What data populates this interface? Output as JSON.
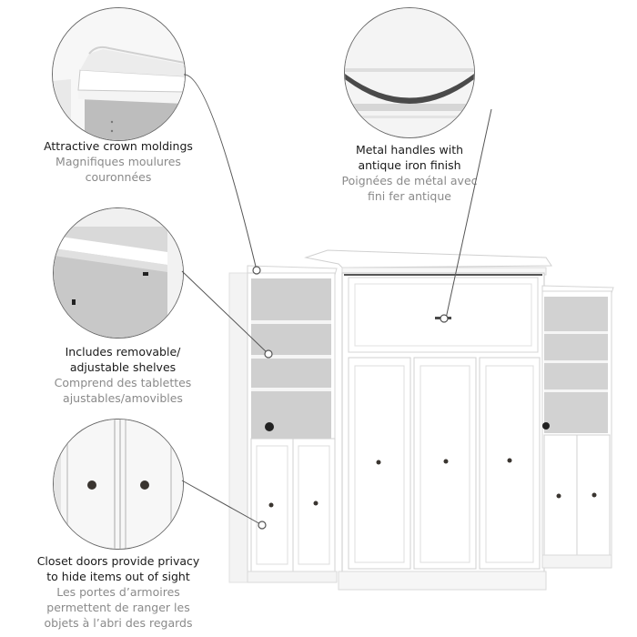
{
  "callouts": [
    {
      "id": "crown-moldings",
      "en": [
        "Attractive crown moldings"
      ],
      "fr": [
        "Magnifiques moulures",
        "couronnées"
      ]
    },
    {
      "id": "metal-handles",
      "en": [
        "Metal handles with",
        "antique iron finish"
      ],
      "fr": [
        "Poignées de métal avec",
        "fini fer antique"
      ]
    },
    {
      "id": "shelves",
      "en": [
        "Includes removable/",
        "adjustable shelves"
      ],
      "fr": [
        "Comprend des tablettes",
        "ajustables/amovibles"
      ]
    },
    {
      "id": "closet-doors",
      "en": [
        "Closet doors provide privacy",
        "to hide items out of sight"
      ],
      "fr": [
        "Les portes d’armoires",
        "permettent de ranger les",
        "objets à l’abri des regards"
      ]
    }
  ],
  "colors": {
    "furniture": "#ffffff",
    "furniture_shadow": "#d9d9d9",
    "interior": "#cfcfcf",
    "line": "#555555",
    "knob": "#3a3530",
    "handle": "#4a4a4a"
  }
}
